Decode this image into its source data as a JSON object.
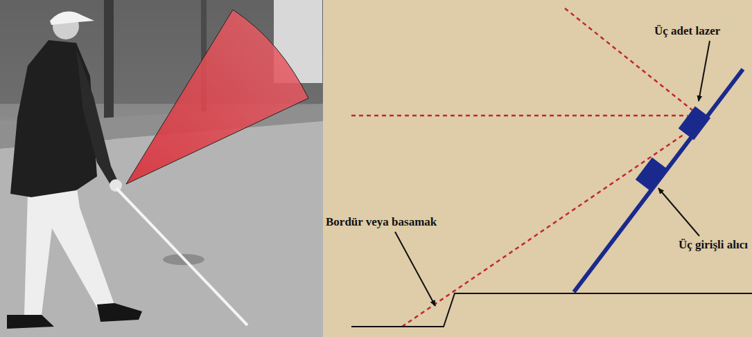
{
  "diagram": {
    "labels": [
      "Üç adet lazer",
      "Üç girişli alıcı",
      "Bordür veya basamak"
    ]
  }
}
